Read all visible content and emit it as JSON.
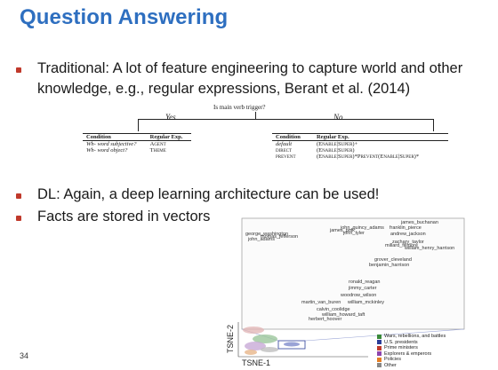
{
  "title": "Question Answering",
  "bullets": {
    "b1": "Traditional: A lot of feature engineering to capture world and other knowledge,  e.g., regular expressions, Berant et al. (2014)",
    "b2": "DL: Again, a deep learning architecture can be used!",
    "b3": "Facts are stored in vectors"
  },
  "tree": {
    "question": "Is main verb trigger?",
    "yes": "Yes",
    "no": "No"
  },
  "table_left": {
    "headers": [
      "Condition",
      "Regular Exp."
    ],
    "rows": [
      [
        "Wh- word subjective?",
        "Agent"
      ],
      [
        "Wh- word object?",
        "Theme"
      ]
    ]
  },
  "table_right": {
    "headers": [
      "Condition",
      "Regular Exp."
    ],
    "rows": [
      [
        "default",
        "(Enable|Super)+"
      ],
      [
        "direct",
        "(Enable|Super)"
      ],
      [
        "prevent",
        "(Enable|Super)*Prevent(Enable|Super)*"
      ]
    ]
  },
  "page_number": "34",
  "tsne": {
    "x_label": "TSNE-1",
    "y_label": "TSNE-2",
    "labels": [
      "james_buchanan",
      "john_quincy_adams",
      "franklin_pierce",
      "james_polk",
      "john_tyler",
      "andrew_jackson",
      "george_washington",
      "thomas_jefferson",
      "john_adams",
      "zachary_taylor",
      "millard_fillmore",
      "william_henry_harrison",
      "grover_cleveland",
      "benjamin_harrison",
      "ronald_reagan",
      "jimmy_carter",
      "woodrow_wilson",
      "martin_van_buren",
      "william_mckinley",
      "calvin_coolidge",
      "william_howard_taft",
      "herbert_hoover"
    ],
    "legend": [
      {
        "label": "Wars, rebellions, and battles",
        "color": "#3a8a3a"
      },
      {
        "label": "U.S. presidents",
        "color": "#2c3e99"
      },
      {
        "label": "Prime ministers",
        "color": "#c0392b"
      },
      {
        "label": "Explorers & emperors",
        "color": "#8e44ad"
      },
      {
        "label": "Policies",
        "color": "#e67e22"
      },
      {
        "label": "Other",
        "color": "#888888"
      }
    ]
  }
}
